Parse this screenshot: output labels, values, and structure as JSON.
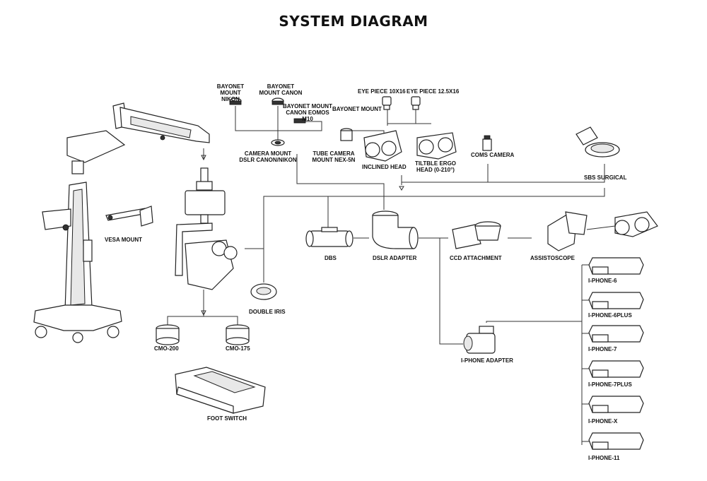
{
  "title": "SYSTEM DIAGRAM",
  "labels": {
    "vesa_mount": "VESA MOUNT",
    "bayonet_nikon": "BAYONET MOUNT NIKON",
    "bayonet_canon": "BAYONET MOUNT CANON",
    "bayonet_canon_eomos": "BAYONET MOUNT CANON EOMOS M10",
    "bayonet_mount": "BAYONET MOUNT",
    "camera_mount_dslr": "CAMERA MOUNT DSLR CANON/NIKON",
    "tube_camera_mount": "TUBE CAMERA MOUNT NEX-5N",
    "eye_piece_10": "EYE PIECE 10X16",
    "eye_piece_125": "EYE PIECE 12.5X16",
    "inclined_head": "INCLINED HEAD",
    "tiltable_head": "TILTBLE ERGO HEAD (0-210°)",
    "coms_camera": "COMS CAMERA",
    "sbs_surgical": "SBS SURGICAL",
    "dbs": "DBS",
    "dslr_adapter": "DSLR ADAPTER",
    "ccd_attachment": "CCD ATTACHMENT",
    "assistoscope": "ASSISTOSCOPE",
    "double_iris": "DOUBLE IRIS",
    "cmo_200": "CMO-200",
    "cmo_175": "CMO-175",
    "foot_switch": "FOOT SWITCH",
    "iphone_adapter": "I-PHONE ADAPTER",
    "iphone_6": "I-PHONE-6",
    "iphone_6plus": "I-PHONE-6PLUS",
    "iphone_7": "I-PHONE-7",
    "iphone_7plus": "I-PHONE-7PLUS",
    "iphone_x": "I-PHONE-X",
    "iphone_11": "I-PHONE-11"
  }
}
